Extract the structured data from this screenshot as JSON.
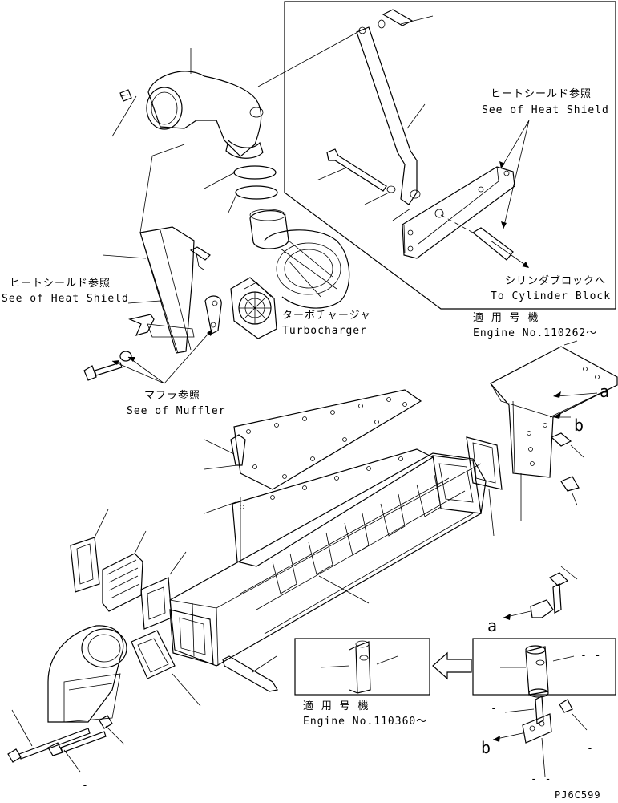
{
  "callouts": {
    "heat_shield_top_jp": "ヒートシールド参照",
    "heat_shield_top_en": "See of Heat Shield",
    "heat_shield_left_jp": "ヒートシールド参照",
    "heat_shield_left_en": "See of Heat Shield",
    "cylinder_block_jp": "シリンダブロックへ",
    "cylinder_block_en": "To Cylinder Block",
    "turbo_jp": "ターボチャージャ",
    "turbo_en": "Turbocharger",
    "muffler_jp": "マフラ参照",
    "muffler_en": "See of Muffler",
    "engine_top_jp": "適 用 号 機",
    "engine_top_en": "Engine No.110262～",
    "engine_bottom_jp": "適 用 号 機",
    "engine_bottom_en": "Engine No.110360～"
  },
  "markers": {
    "a_upper": "a",
    "b_upper": "b",
    "a_lower": "a",
    "b_lower": "b"
  },
  "dashes": {
    "d1": "- -",
    "d2": "-",
    "d3": "- -",
    "d4": "-",
    "d5": "-"
  },
  "drawing_code": "PJ6C599"
}
